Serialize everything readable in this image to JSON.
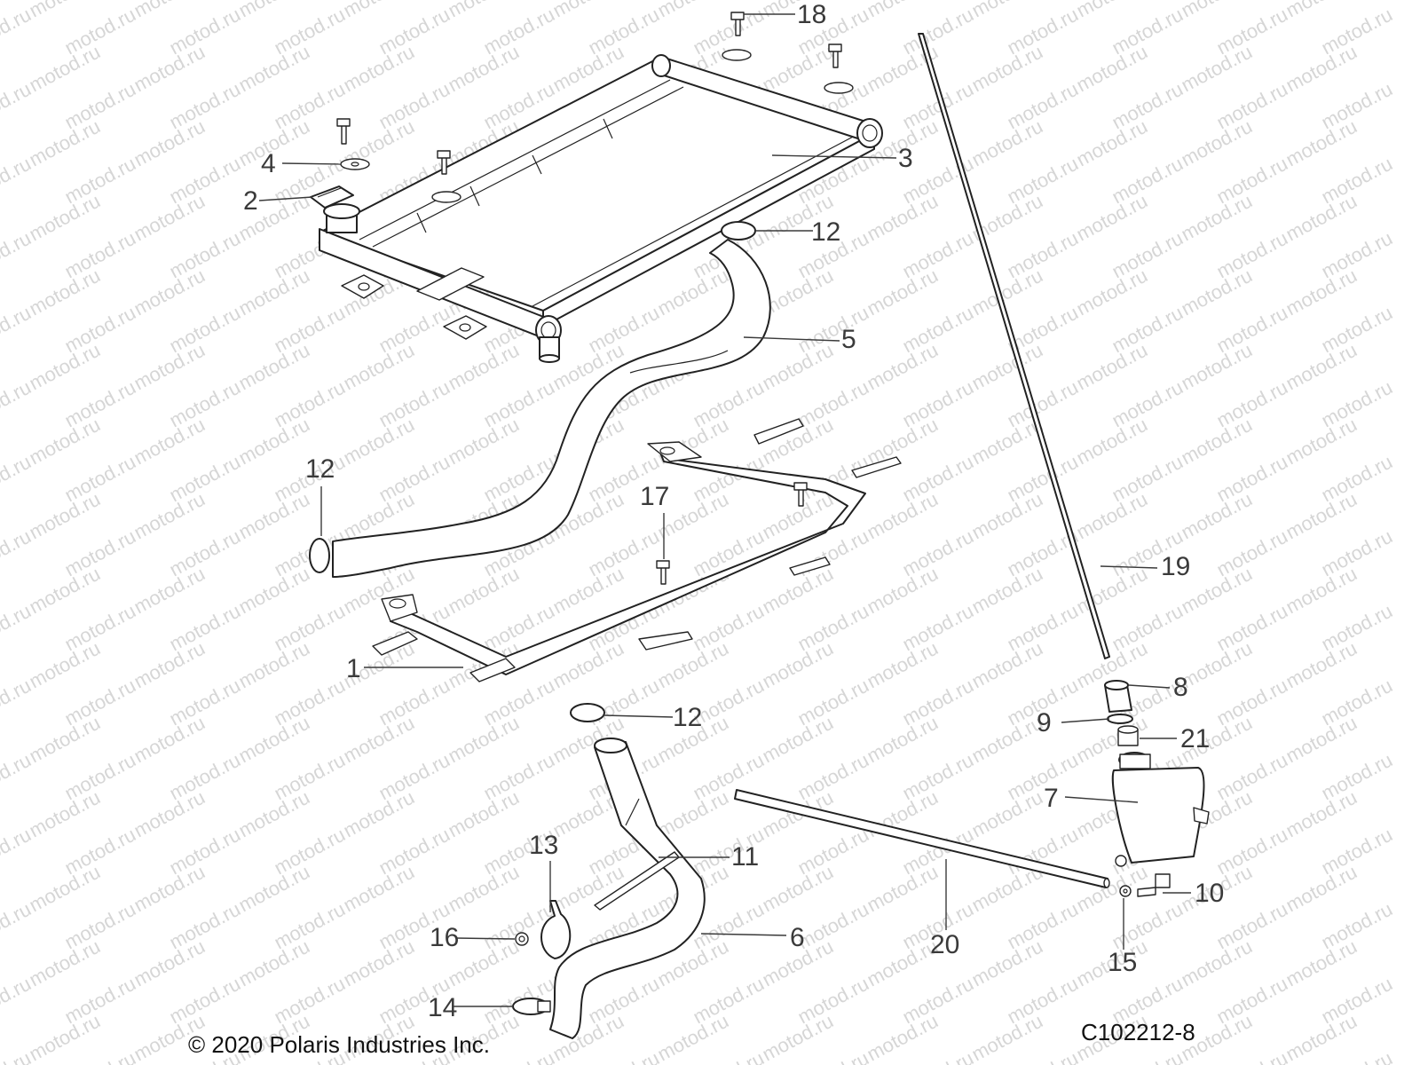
{
  "diagram": {
    "watermark_text": "motod.ru",
    "copyright": "© 2020 Polaris Industries Inc.",
    "figure_code": "C102212-8",
    "callouts": [
      "1",
      "2",
      "3",
      "4",
      "5",
      "6",
      "7",
      "8",
      "9",
      "10",
      "11",
      "12",
      "12",
      "12",
      "13",
      "14",
      "15",
      "16",
      "17",
      "18",
      "19",
      "20",
      "21"
    ]
  }
}
